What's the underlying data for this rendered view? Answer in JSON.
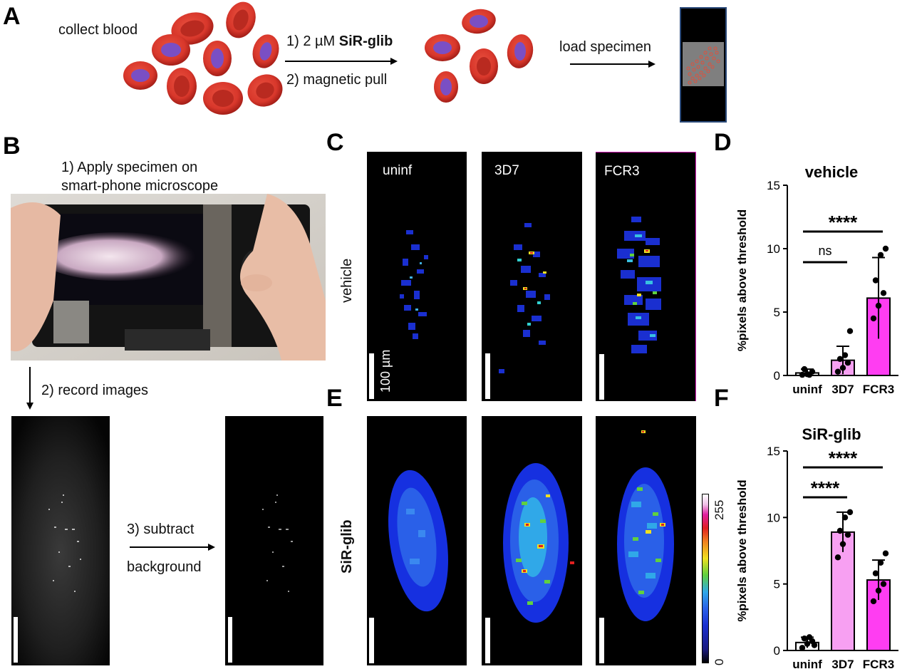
{
  "panels": {
    "a": {
      "label": "A",
      "collect_blood": "collect blood",
      "step1_prefix": "1) 2 µM ",
      "step1_bold": "SiR-glib",
      "step2": "2) magnetic pull",
      "load_specimen": "load specimen"
    },
    "b": {
      "label": "B",
      "apply_line1": "1) Apply specimen on",
      "apply_line2": "smart-phone microscope",
      "record": "2) record images",
      "subtract_line1": "3) subtract",
      "subtract_line2": "background"
    },
    "c": {
      "label": "C",
      "row_label": "vehicle",
      "columns": [
        "uninf",
        "3D7",
        "FCR3"
      ],
      "scale": "100 µm"
    },
    "e": {
      "label": "E",
      "row_label": "SiR-glib",
      "colorbar_max": "255",
      "colorbar_min": "0"
    },
    "d": {
      "label": "D"
    },
    "f": {
      "label": "F"
    }
  },
  "colors": {
    "rbc": "#d8372b",
    "rbc_dark": "#a31e17",
    "parasite": "#7a4fc4",
    "bar_uninf": "#ffffff",
    "bar_3d7": "#f7a0f2",
    "bar_fcr3": "#ff3df2"
  },
  "chart_data": [
    {
      "type": "bar",
      "title": "vehicle",
      "ylabel": "%pixels above threshold",
      "categories": [
        "uninf",
        "3D7",
        "FCR3"
      ],
      "values": [
        0.2,
        1.2,
        6.1
      ],
      "errors": [
        0.3,
        1.1,
        3.2
      ],
      "points": [
        [
          0.05,
          0.1,
          0.3,
          0.5,
          0.05
        ],
        [
          0.3,
          0.6,
          1.0,
          1.3,
          1.6,
          3.5
        ],
        [
          4.5,
          5.5,
          6.5,
          7.5,
          9.5,
          10.0
        ]
      ],
      "ylim": [
        0,
        15
      ],
      "yticks": [
        0,
        5,
        10,
        15
      ],
      "significance": [
        {
          "from": "uninf",
          "to": "3D7",
          "label": "ns"
        },
        {
          "from": "uninf",
          "to": "FCR3",
          "label": "****"
        }
      ]
    },
    {
      "type": "bar",
      "title": "SiR-glib",
      "ylabel": "%pixels above threshold",
      "categories": [
        "uninf",
        "3D7",
        "FCR3"
      ],
      "values": [
        0.6,
        8.9,
        5.3
      ],
      "errors": [
        0.4,
        1.5,
        1.5
      ],
      "points": [
        [
          0.2,
          0.5,
          0.7,
          0.9,
          1.0,
          0.4
        ],
        [
          7.0,
          8.0,
          8.7,
          9.0,
          10.0,
          10.4
        ],
        [
          3.7,
          4.5,
          5.0,
          5.8,
          6.6,
          7.3
        ]
      ],
      "ylim": [
        0,
        15
      ],
      "yticks": [
        0,
        5,
        10,
        15
      ],
      "significance": [
        {
          "from": "uninf",
          "to": "3D7",
          "label": "****"
        },
        {
          "from": "uninf",
          "to": "FCR3",
          "label": "****"
        }
      ]
    }
  ]
}
